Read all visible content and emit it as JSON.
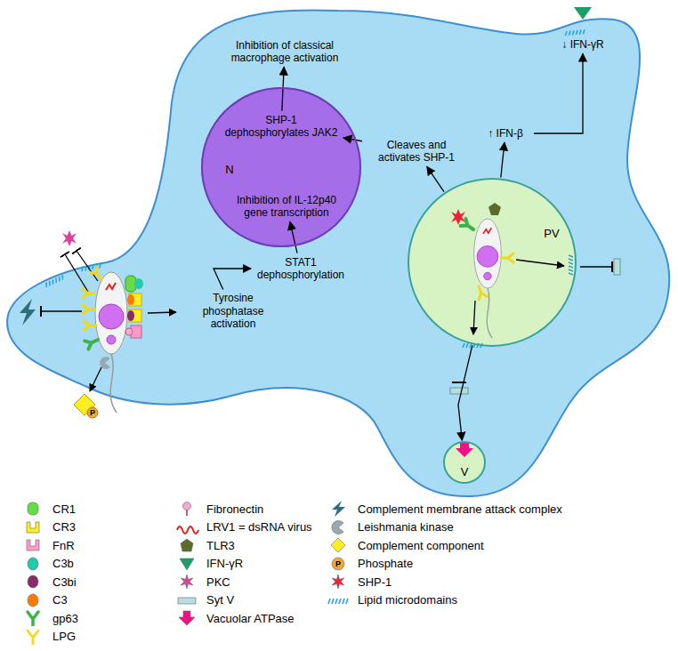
{
  "diagram": {
    "nodes": [
      {
        "text": [
          "Inhibition of classical macrophage activation"
        ]
      },
      {
        "text": [
          "↓ IFN-γR"
        ]
      },
      {
        "text": [
          "N"
        ]
      },
      {
        "text": [
          "SHP-1 dephosphorylates JAK2"
        ],
        "in": 2
      },
      {
        "text": [
          "Inhibition of IL-12p40 gene transcription"
        ],
        "in": 2
      },
      {
        "text": [
          "Cleaves and activates SHP-1"
        ]
      },
      {
        "text": [
          "↑ IFN-β"
        ]
      },
      {
        "text": [
          "PV"
        ]
      },
      {
        "text": [
          "STAT1 dephosphorylation"
        ]
      },
      {
        "text": [
          "Tyrosine phosphatase activation"
        ]
      },
      {
        "text": [
          "V"
        ]
      }
    ],
    "edges": [
      {
        "from": 9,
        "to": 8,
        "arrow": "to"
      },
      {
        "from": 8,
        "to": 4,
        "arrow": "to"
      },
      {
        "from": 3,
        "to": 0,
        "arrow": "to"
      },
      {
        "from": 5,
        "to": 3,
        "arrow": "to"
      },
      {
        "from": 7,
        "to": 5,
        "arrow": "to"
      },
      {
        "from": 7,
        "to": 6,
        "arrow": "to"
      },
      {
        "from": 6,
        "to": 1,
        "arrow": "to"
      },
      {
        "from": 7,
        "to": 10,
        "arrow": "to"
      }
    ],
    "labels": [
      "P",
      "P"
    ],
    "legend": [
      {
        "text": "CR1",
        "color": "#66dd44"
      },
      {
        "text": "CR3",
        "color": "#ffee22"
      },
      {
        "text": "FnR",
        "color": "#ff99cc"
      },
      {
        "text": "C3b",
        "color": "#22ccaa"
      },
      {
        "text": "C3bi",
        "color": "#8a2a6a"
      },
      {
        "text": "C3",
        "color": "#ff7a00"
      },
      {
        "text": "gp63"
      },
      {
        "text": "LPG"
      },
      {
        "text": "Fibronectin",
        "color": "#f7a8d0"
      },
      {
        "text": "LRV1 = dsRNA virus"
      },
      {
        "text": "TLR3",
        "color": "#5b6b2a"
      },
      {
        "text": "IFN-γR",
        "color": "#1a9e6a"
      },
      {
        "text": "PKC",
        "color": "#e0409a"
      },
      {
        "text": "Syt V",
        "color": "#b8dede"
      },
      {
        "text": "Vacuolar ATPase",
        "color": "#ee1188"
      },
      {
        "text": "Complement membrane attack complex"
      },
      {
        "text": "Leishmania kinase",
        "color": "#9aa9ad"
      },
      {
        "text": "Complement component",
        "color": "#ffee22"
      },
      {
        "text": "Phosphate",
        "color": "#f0a830"
      },
      {
        "text": "SHP-1",
        "color": "#ee2233"
      },
      {
        "text": "Lipid microdomains"
      }
    ]
  }
}
